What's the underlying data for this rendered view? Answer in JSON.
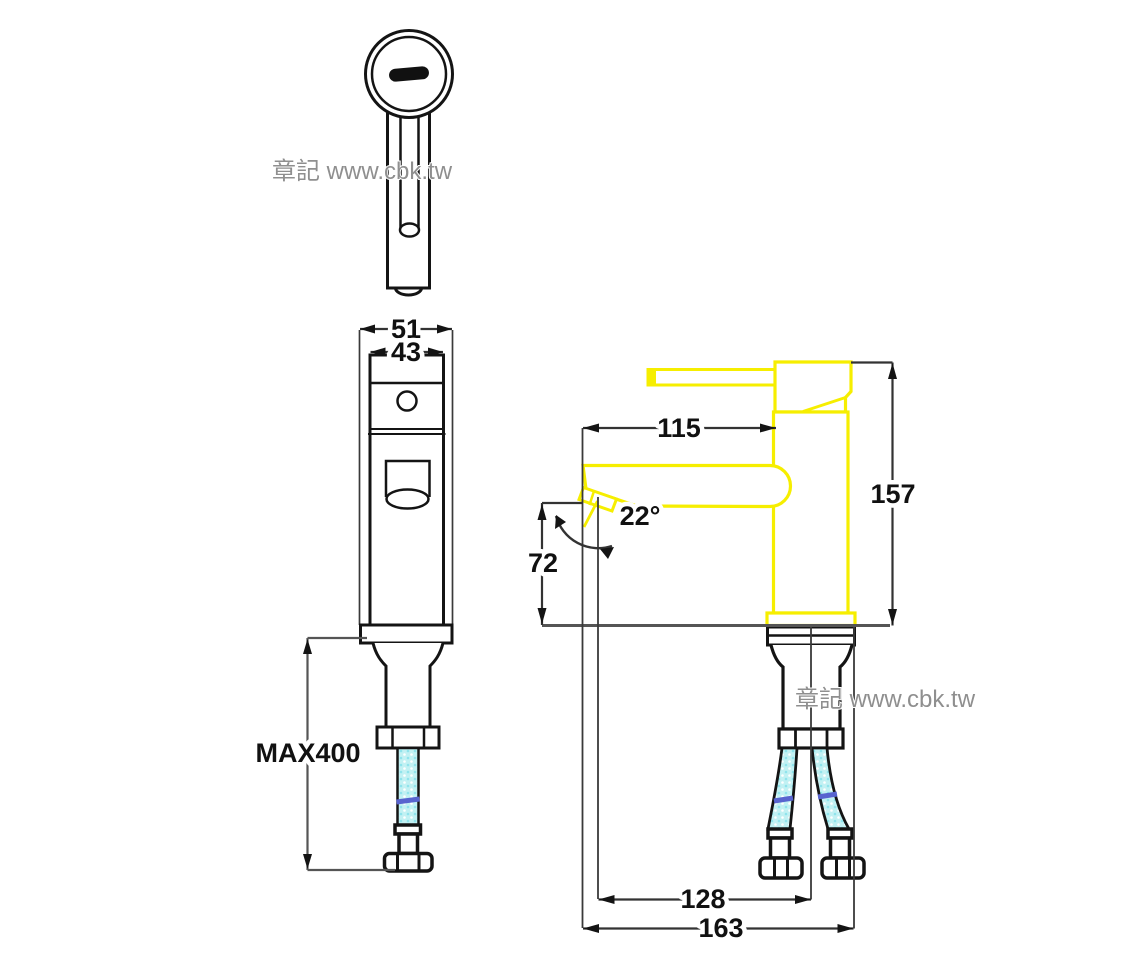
{
  "drawing": {
    "type": "faucet technical drawing, single-lever basin mixer, three orthographic views",
    "highlight_view": "side view highlighted in yellow"
  },
  "watermark": {
    "left": "章記 www.cbk.tw",
    "right": "章記 www.cbk.tw"
  },
  "dimensions": {
    "base_width": "51",
    "body_width": "43",
    "max_hose_length": "MAX400",
    "spout_reach": "115",
    "total_height": "157",
    "spout_height": "72",
    "spout_angle": "22°",
    "reach_to_center": "128",
    "overall_reach": "163"
  },
  "colors": {
    "outline": "#141414",
    "highlight_yellow": "#f6ee00",
    "hose_fill": "#c2f1f3",
    "hose_band_blue": "#5864cf",
    "deck_line_gray": "#555555",
    "watermark_gray": "#8f8f8f"
  }
}
